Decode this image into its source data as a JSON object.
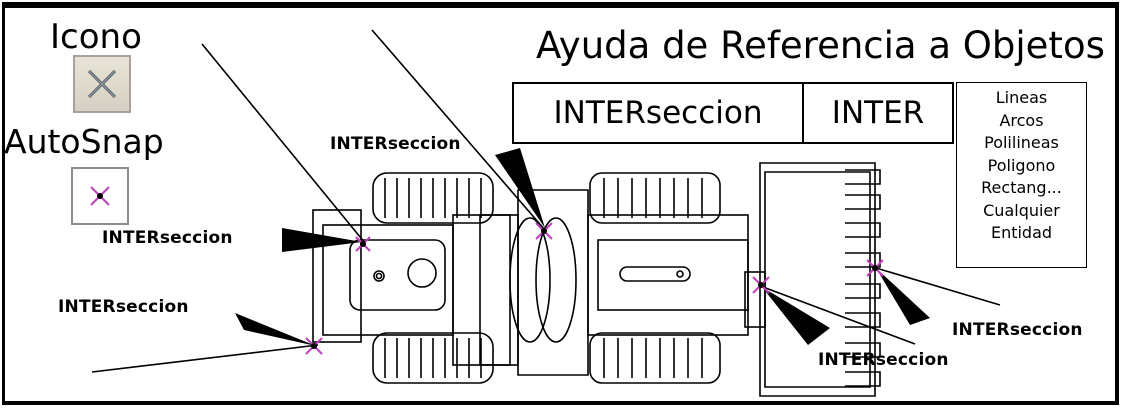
{
  "labels": {
    "icon_label": "Icono",
    "autosnap_label": "AutoSnap",
    "title": "Ayuda de Referencia a Objetos"
  },
  "reference": {
    "full_name": "INTERseccion",
    "abbreviation": "INTER",
    "entities": [
      "Lineas",
      "Arcos",
      "Polilineas",
      "Poligono",
      "Rectang...",
      "Cualquier",
      "Entidad"
    ]
  },
  "callouts": [
    {
      "text": "INTERseccion"
    },
    {
      "text": "INTERseccion"
    },
    {
      "text": "INTERseccion"
    },
    {
      "text": "INTERseccion"
    },
    {
      "text": "INTERseccion"
    }
  ],
  "icons": {
    "toolbar_icon": "intersection-snap-icon",
    "autosnap_marker": "intersection-marker-icon"
  },
  "colors": {
    "snap_marker": "#c040c0",
    "frame": "#000000",
    "icon_background": "#ddd7cb"
  }
}
